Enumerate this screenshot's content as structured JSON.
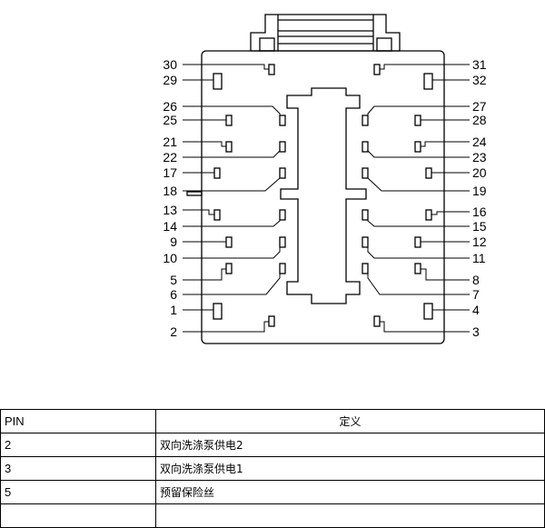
{
  "connector": {
    "pin_labels": {
      "p1": "1",
      "p2": "2",
      "p3": "3",
      "p4": "4",
      "p5": "5",
      "p6": "6",
      "p7": "7",
      "p8": "8",
      "p9": "9",
      "p10": "10",
      "p11": "11",
      "p12": "12",
      "p13": "13",
      "p14": "14",
      "p15": "15",
      "p16": "16",
      "p17": "17",
      "p18": "18",
      "p19": "19",
      "p20": "20",
      "p21": "21",
      "p22": "22",
      "p23": "23",
      "p24": "24",
      "p25": "25",
      "p26": "26",
      "p27": "27",
      "p28": "28",
      "p29": "29",
      "p30": "30",
      "p31": "31",
      "p32": "32"
    }
  },
  "table": {
    "headers": [
      "PIN",
      "定义"
    ],
    "rows": [
      {
        "pin": "2",
        "definition": "双向洗涤泵供电2"
      },
      {
        "pin": "3",
        "definition": "双向洗涤泵供电1"
      },
      {
        "pin": "5",
        "definition": "预留保险丝"
      },
      {
        "pin": "",
        "definition": ""
      }
    ]
  }
}
